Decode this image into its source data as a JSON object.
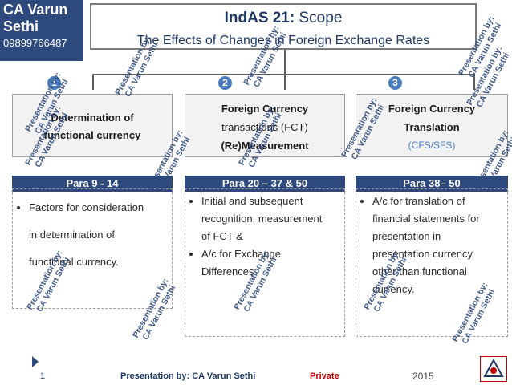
{
  "author": {
    "name_line1": "CA Varun",
    "name_line2": "Sethi",
    "phone": "09899766487"
  },
  "header": {
    "title_bold": "IndAS 21:",
    "title_rest": " Scope",
    "subtitle": "The Effects of Changes in Foreign Exchange Rates"
  },
  "columns": [
    {
      "number": "1",
      "box_line1": "Determination of",
      "box_line2": "functional currency",
      "box_line3": "",
      "para": "Para 9 - 14",
      "bullets": [
        "Factors for consideration",
        "in determination of",
        "functional currency."
      ]
    },
    {
      "number": "2",
      "box_line1": "Foreign Currency",
      "box_line2": "transactions (FCT)",
      "box_line3": "(Re)Measurement",
      "para": "Para 20 – 37 & 50",
      "bullets": [
        "Initial and subsequent",
        "recognition, measurement",
        "of FCT &",
        "A/c for Exchange",
        "Differences"
      ]
    },
    {
      "number": "3",
      "box_line1": "Foreign Currency",
      "box_line2": "Translation",
      "box_line3": "(CFS/SFS)",
      "para": "Para 38– 50",
      "bullets": [
        "A/c for translation of",
        "financial statements for",
        "presentation in",
        "presentation currency",
        "other than functional",
        "currency."
      ]
    }
  ],
  "watermark": {
    "line1": "Presentation by:",
    "line2": "CA Varun Sethi"
  },
  "footer": {
    "page": "1",
    "presenter": "Presentation by: CA Varun Sethi",
    "label": "Private",
    "year": "2015"
  },
  "colors": {
    "brand": "#2e4a7d",
    "accent": "#4a7cbf"
  }
}
